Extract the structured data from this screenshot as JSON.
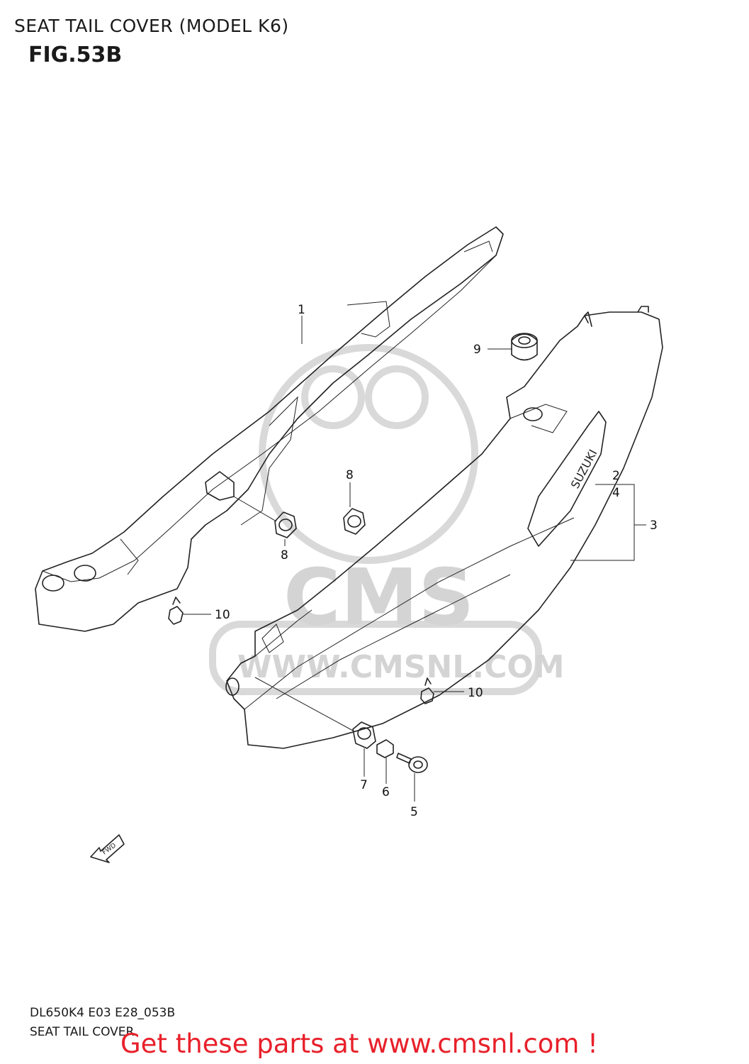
{
  "header": {
    "title": "SEAT TAIL COVER (MODEL K6)",
    "figure": "FIG.53B"
  },
  "callouts": {
    "c1": "1",
    "c2": "2",
    "c3": "3",
    "c4": "4",
    "c5": "5",
    "c6": "6",
    "c7": "7",
    "c8a": "8",
    "c8b": "8",
    "c9": "9",
    "c10a": "10",
    "c10b": "10"
  },
  "fwd_label": "FWD",
  "decal_text": "SUZUKI",
  "watermark": {
    "logo": "CMS",
    "url": "WWW.CMSNL.COM"
  },
  "footer": {
    "code": "DL650K4 E03 E28_053B",
    "name": "SEAT TAIL COVER",
    "cta": "Get these parts at www.cmsnl.com !"
  },
  "colors": {
    "line": "#222222",
    "cta": "#e8202a",
    "watermark": "#d4d4d4"
  }
}
